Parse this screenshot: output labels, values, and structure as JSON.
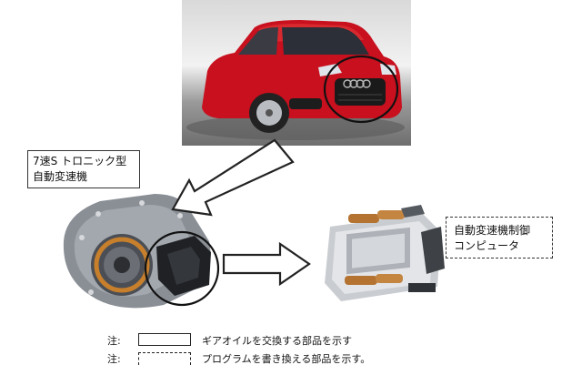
{
  "labels": {
    "transmission": [
      "7速S トロニック型",
      "自動変速機"
    ],
    "ecu": [
      "自動変速機制御",
      "コンピュータ"
    ]
  },
  "legend": [
    {
      "note": "注:",
      "style": "solid",
      "description": "ギアオイルを交換する部品を示す"
    },
    {
      "note": "注:",
      "style": "dashed",
      "description": "プログラムを書き換える部品を示す。"
    }
  ],
  "colors": {
    "car_body": "#c8101e",
    "arrow_stroke": "#222222"
  }
}
